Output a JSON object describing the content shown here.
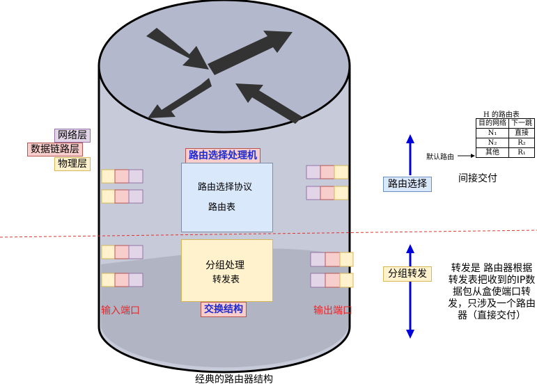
{
  "layers": {
    "network": "网络层",
    "datalink": "数据链路层",
    "physical": "物理层"
  },
  "router": {
    "processor_title": "路由选择处理机",
    "routing_protocol": "路由选择协议",
    "routing_table": "路由表",
    "packet_processing": "分组处理",
    "forwarding_table": "转发表",
    "switch_fabric": "交换结构",
    "input_ports": "输入端口",
    "output_ports": "输出端口",
    "caption": "经典的路由器结构"
  },
  "side": {
    "routing_selection": "路由选择",
    "packet_forwarding": "分组转发",
    "indirect_delivery": "间接交付",
    "forwarding_note": "转发是 路由器根据转发表把收到的IP数据包从盒使端口转发，只涉及一个路由器（直接交付）"
  },
  "routing_table": {
    "title": "H 的路由表",
    "headers": [
      "目的网络",
      "下一跳"
    ],
    "rows": [
      {
        "dest": "N₁",
        "next": "直接"
      },
      {
        "dest": "N₂",
        "next": "R₂"
      },
      {
        "dest": "其他",
        "next": "R₁"
      }
    ],
    "default_label": "默认路由"
  },
  "colors": {
    "cylinder_top": "#b8bccf",
    "cylinder_body": "#c9ccd8",
    "arrow": "#3a3a3a",
    "processor_fill": "#dae8fc",
    "packet_fill": "#fff2cc",
    "red_text": "#e6262a",
    "blue_arrow": "#0000dd",
    "divider": "#e0312f"
  }
}
